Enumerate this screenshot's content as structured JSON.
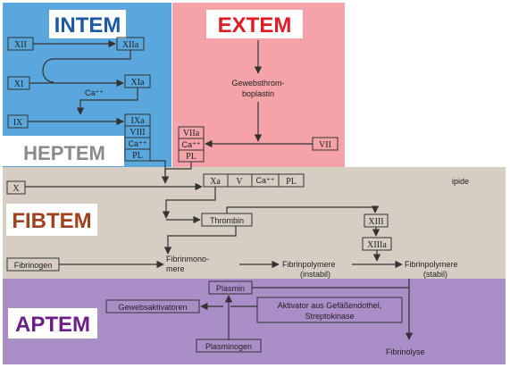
{
  "colors": {
    "intem": "#5aa7de",
    "extem": "#f5a3a8",
    "fibtem": "#d6cdc3",
    "aptem": "#a98ec8",
    "extem_label": "#e01b24",
    "intem_label": "#1d5aa5",
    "heptem_label": "#8a8a8a",
    "fibtem_label": "#a0411c",
    "aptem_label": "#6a1e86"
  },
  "labels": {
    "intem": "INTEM",
    "extem": "EXTEM",
    "heptem": "HEPTEM",
    "fibtem": "FIBTEM",
    "aptem": "APTEM"
  },
  "intrinsic": {
    "xii": "XII",
    "xiia": "XIIa",
    "xi": "XI",
    "xia": "XIa",
    "ca": "Ca⁺⁺",
    "ix": "IX",
    "ixa": "IXa",
    "viii": "VIII",
    "ca2": "Ca⁺⁺",
    "pl": "PL"
  },
  "extrinsic": {
    "tissue_factor_line1": "Gewebsthrom-",
    "tissue_factor_line2": "boplastin",
    "viia": "VIIa",
    "ca": "Ca⁺⁺",
    "pl": "PL",
    "vii": "VII"
  },
  "common": {
    "x": "X",
    "xa": "Xa",
    "v": "V",
    "ca": "Ca⁺⁺",
    "pl": "PL",
    "ipide": "ipide",
    "thrombin": "Thrombin",
    "xiii": "XIII",
    "xiiia": "XIIIa",
    "fibrinogen": "Fibrinogen",
    "fibrinmonomere_1": "Fibrinmono-",
    "fibrinmonomere_2": "mere",
    "fibrinpolymere_instabil_1": "Fibrinpolymere",
    "fibrinpolymere_instabil_2": "(instabil)",
    "fibrinpolymere_stabil_1": "Fibrinpolymere",
    "fibrinpolymere_stabil_2": "(stabil)"
  },
  "fibrinolysis": {
    "plasmin": "Plasmin",
    "gewebsaktivatoren": "Gewebsaktivatoren",
    "aktivator_1": "Aktivator aus Gefäßendothel,",
    "aktivator_2": "Streptokinase",
    "plasminogen": "Plasminogen",
    "fibrinolyse": "Fibrinolyse"
  }
}
